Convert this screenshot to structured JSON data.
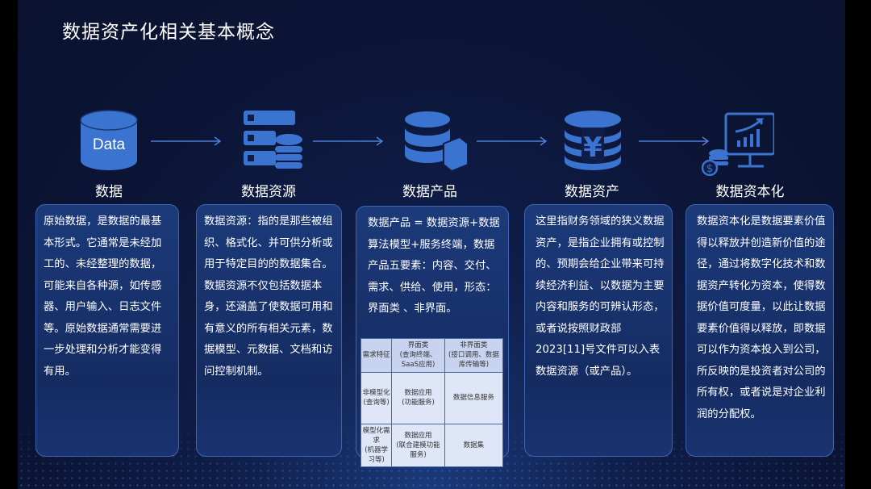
{
  "title": "数据资产化相关基本概念",
  "icon_text": "Data",
  "stages": [
    {
      "label": "数据",
      "icon": "database-icon",
      "text": "原始数据，是数据的最基本形式。它通常是未经加工的、未经整理的数据，可能来自各种源，如传感器、用户输入、日志文件等。原始数据通常需要进一步处理和分析才能变得有用。"
    },
    {
      "label": "数据资源",
      "icon": "server-database-icon",
      "text": "数据资源：指的是那些被组织、格式化、并可供分析或用于特定目的的数据集合。数据资源不仅包括数据本身，还涵盖了使数据可用和有意义的所有相关元素，数据模型、元数据、文档和访问控制机制。"
    },
    {
      "label": "数据产品",
      "icon": "database-product-icon",
      "text": "数据产品 = 数据资源+数据算法模型+服务终端，数据产品五要素：内容、交付、需求、供给、使用，形态：界面类 、非界面。"
    },
    {
      "label": "数据资产",
      "icon": "yen-database-icon",
      "text": "这里指财务领域的狭义数据资产，是指企业拥有或控制的、预期会给企业带来可持续经济利益、以数据为主要内容和服务的可辨认形态，或者说按照财政部2023[11]号文件可以入表数据资源（或产品）。"
    },
    {
      "label": "数据资本化",
      "icon": "monitor-chart-coins-icon",
      "text": "数据资本化是数据要素价值得以释放并创造新价值的途径，通过将数字化技术和数据资产转化为资本，使得数据价值可度量，以此让数据要素价值得以释放，即数据可以作为资本投入到公司，所反映的是投资者对公司的所有权，或者说是对企业利润的分配权。"
    }
  ],
  "table": {
    "rows": [
      [
        "需求特征",
        "界面类\n(查询终端、SaaS应用)",
        "非界面类\n(接口调用、数据库传输等)"
      ],
      [
        "非模型化\n(查询等)",
        "数据应用\n(功能服务)",
        "数据信息服务"
      ],
      [
        "模型化需求\n(机器学习等)",
        "数据应用\n(联合建模功能服务)",
        "数据集"
      ]
    ]
  },
  "colors": {
    "accent": "#3a74d0",
    "background": "#0b1434"
  }
}
